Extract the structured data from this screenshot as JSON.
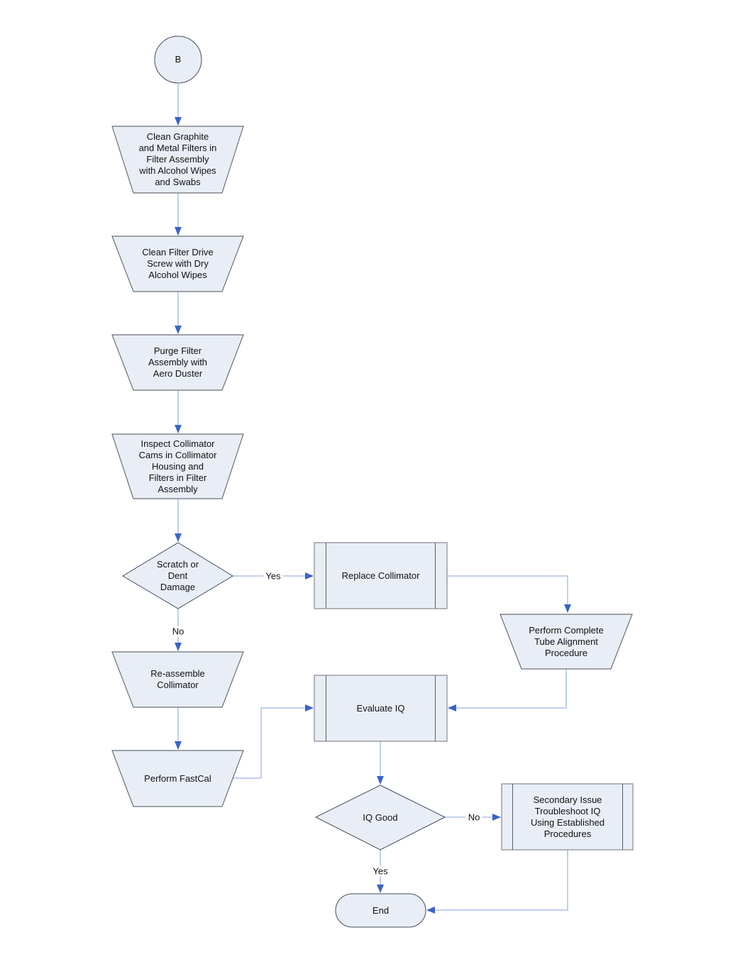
{
  "diagram": {
    "background": "#ffffff",
    "colors": {
      "shape_fill": "#E9EEF6",
      "shape_border": "#6a7076",
      "decision_border": "#434c5e",
      "connector_line": "#9DB5E2",
      "arrowhead": "#3A64C6",
      "text": "#111111"
    },
    "nodes": {
      "connector_b": {
        "type": "connector-circle",
        "label": "B"
      },
      "clean_filters": {
        "type": "manual-operation",
        "label": "Clean Graphite\nand Metal Filters in\nFilter Assembly\nwith Alcohol Wipes\nand Swabs"
      },
      "clean_drive_screw": {
        "type": "manual-operation",
        "label": "Clean Filter Drive\nScrew with Dry\nAlcohol Wipes"
      },
      "purge_filter_assembly": {
        "type": "manual-operation",
        "label": "Purge Filter\nAssembly with\nAero Duster"
      },
      "inspect_collimator": {
        "type": "manual-operation",
        "label": "Inspect Collimator\nCams in Collimator\nHousing and\nFilters in Filter\nAssembly"
      },
      "scratch_or_dent_damage": {
        "type": "decision",
        "label": "Scratch or\nDent\nDamage"
      },
      "replace_collimator": {
        "type": "predefined-process",
        "label": "Replace Collimator"
      },
      "tube_alignment": {
        "type": "manual-operation",
        "label": "Perform Complete\nTube Alignment\nProcedure"
      },
      "reassemble_collimator": {
        "type": "manual-operation",
        "label": "Re-assemble\nCollimator"
      },
      "perform_fastcal": {
        "type": "manual-operation",
        "label": "Perform FastCal"
      },
      "evaluate_iq": {
        "type": "predefined-process",
        "label": "Evaluate IQ"
      },
      "iq_good": {
        "type": "decision",
        "label": "IQ Good"
      },
      "secondary_issue": {
        "type": "predefined-process",
        "label": "Secondary Issue\nTroubleshoot IQ\nUsing Established\nProcedures"
      },
      "end": {
        "type": "terminator",
        "label": "End"
      }
    },
    "edge_labels": {
      "scratch_yes": "Yes",
      "scratch_no": "No",
      "iq_good_no": "No",
      "iq_good_yes": "Yes"
    }
  }
}
